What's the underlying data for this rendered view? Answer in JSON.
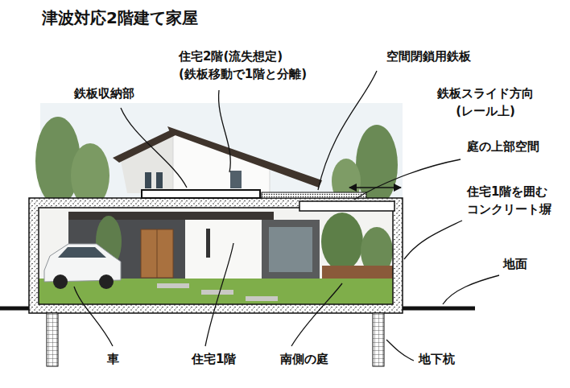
{
  "diagram": {
    "title": "津波対応2階建て家屋",
    "labels": [
      "住宅2階(流失想定) (鉄板移動で1階と分離)",
      "空間閉鎖用鉄板",
      "鉄板収納部",
      "鉄板スライド方向 (レール上)",
      "庭の上部空間",
      "住宅1階を囲む コンクリート塀",
      "地面",
      "車",
      "住宅1階",
      "南側の庭",
      "地下杭"
    ]
  }
}
